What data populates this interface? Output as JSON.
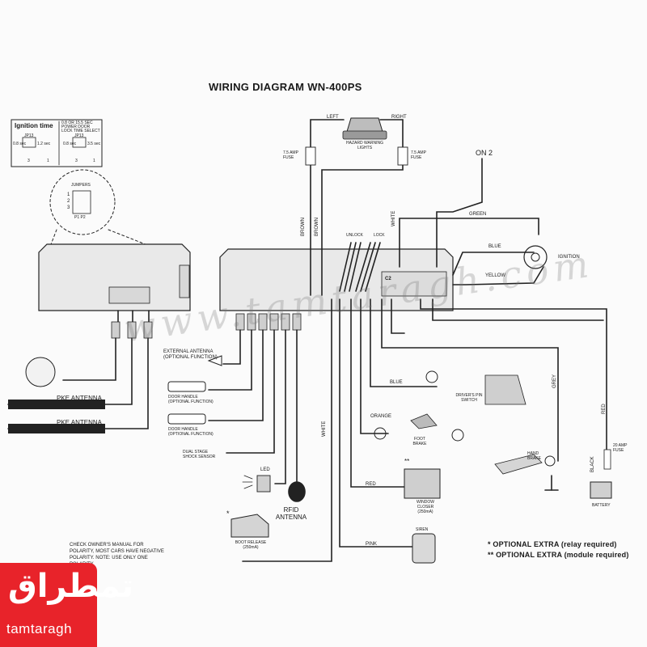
{
  "title": "WIRING DIAGRAM WN-400PS",
  "ignition_box": {
    "heading": "Ignition time",
    "note": "0.8 OR 15.5 SEC POWER DOOR LOCK TIME SELECT",
    "jp1": "JP13",
    "jp2": "JP13",
    "v1": "0.8 sec",
    "v2": "1.2 sec",
    "v3": "0.8 sec",
    "v4": "3.5 sec",
    "n1": "3",
    "n2": "1",
    "n3": "3",
    "n4": "1"
  },
  "jumpers": {
    "label": "JUMPERS",
    "rows": [
      "1",
      "2",
      "3"
    ],
    "cols": "P1  P2"
  },
  "top_labels": {
    "left": "LEFT",
    "right": "RIGHT",
    "hazard": "HAZARD WARNING LIGHTS",
    "fuse_left": "7.5 AMP FUSE",
    "fuse_right": "7.5 AMP FUSE",
    "on2": "ON 2"
  },
  "wire_labels": {
    "brown1": "BROWN",
    "brown2": "BROWN",
    "white_top": "WHITE",
    "unlock": "UNLOCK",
    "lock": "LOCK",
    "green": "GREEN",
    "blue_ign": "BLUE",
    "yellow": "YELLOW",
    "ignition": "IGNITION",
    "c2": "C2",
    "grey": "GREY",
    "red_right": "RED",
    "black": "BLACK",
    "blue_pin": "BLUE",
    "orange": "ORANGE",
    "red_window": "RED",
    "pink": "PINK",
    "white_mid": "WHITE"
  },
  "components": {
    "external_antenna": "EXTERNAL ANTENNA (OPTIONAL FUNCTION)",
    "pke1": "PKE ANTENNA",
    "pke2": "PKE ANTENNA",
    "door1": "DOOR HANDLE (OPTIONAL FUNCTION)",
    "door2": "DOOR HANDLE (OPTIONAL FUNCTION)",
    "shock": "DUAL STAGE SHOCK SENSOR",
    "led": "LED",
    "rfid": "RFID ANTENNA",
    "boot": "BOOT RELEASE (250mA)",
    "pin_switch": "DRIVER'S PIN SWITCH",
    "foot_brake": "FOOT BRAKE",
    "window": "WINDOW CLOSER (250mA)",
    "siren": "SIREN",
    "hand_brake": "HAND BRAKE",
    "fuse20": "20 AMP FUSE",
    "battery": "BATTERY"
  },
  "notes": {
    "check": "CHECK OWNER'S MANUAL FOR POLARITY, MOST CARS HAVE NEGATIVE POLARITY. NOTE: USE ONLY ONE POLARITY",
    "opt1": "* OPTIONAL EXTRA (relay required)",
    "opt2": "** OPTIONAL EXTRA (module required)",
    "star1": "*",
    "star2": "**"
  },
  "watermark": "www.tamtaragh.com",
  "logo": {
    "arabic": "تمطراق",
    "latin": "tamtaragh"
  }
}
